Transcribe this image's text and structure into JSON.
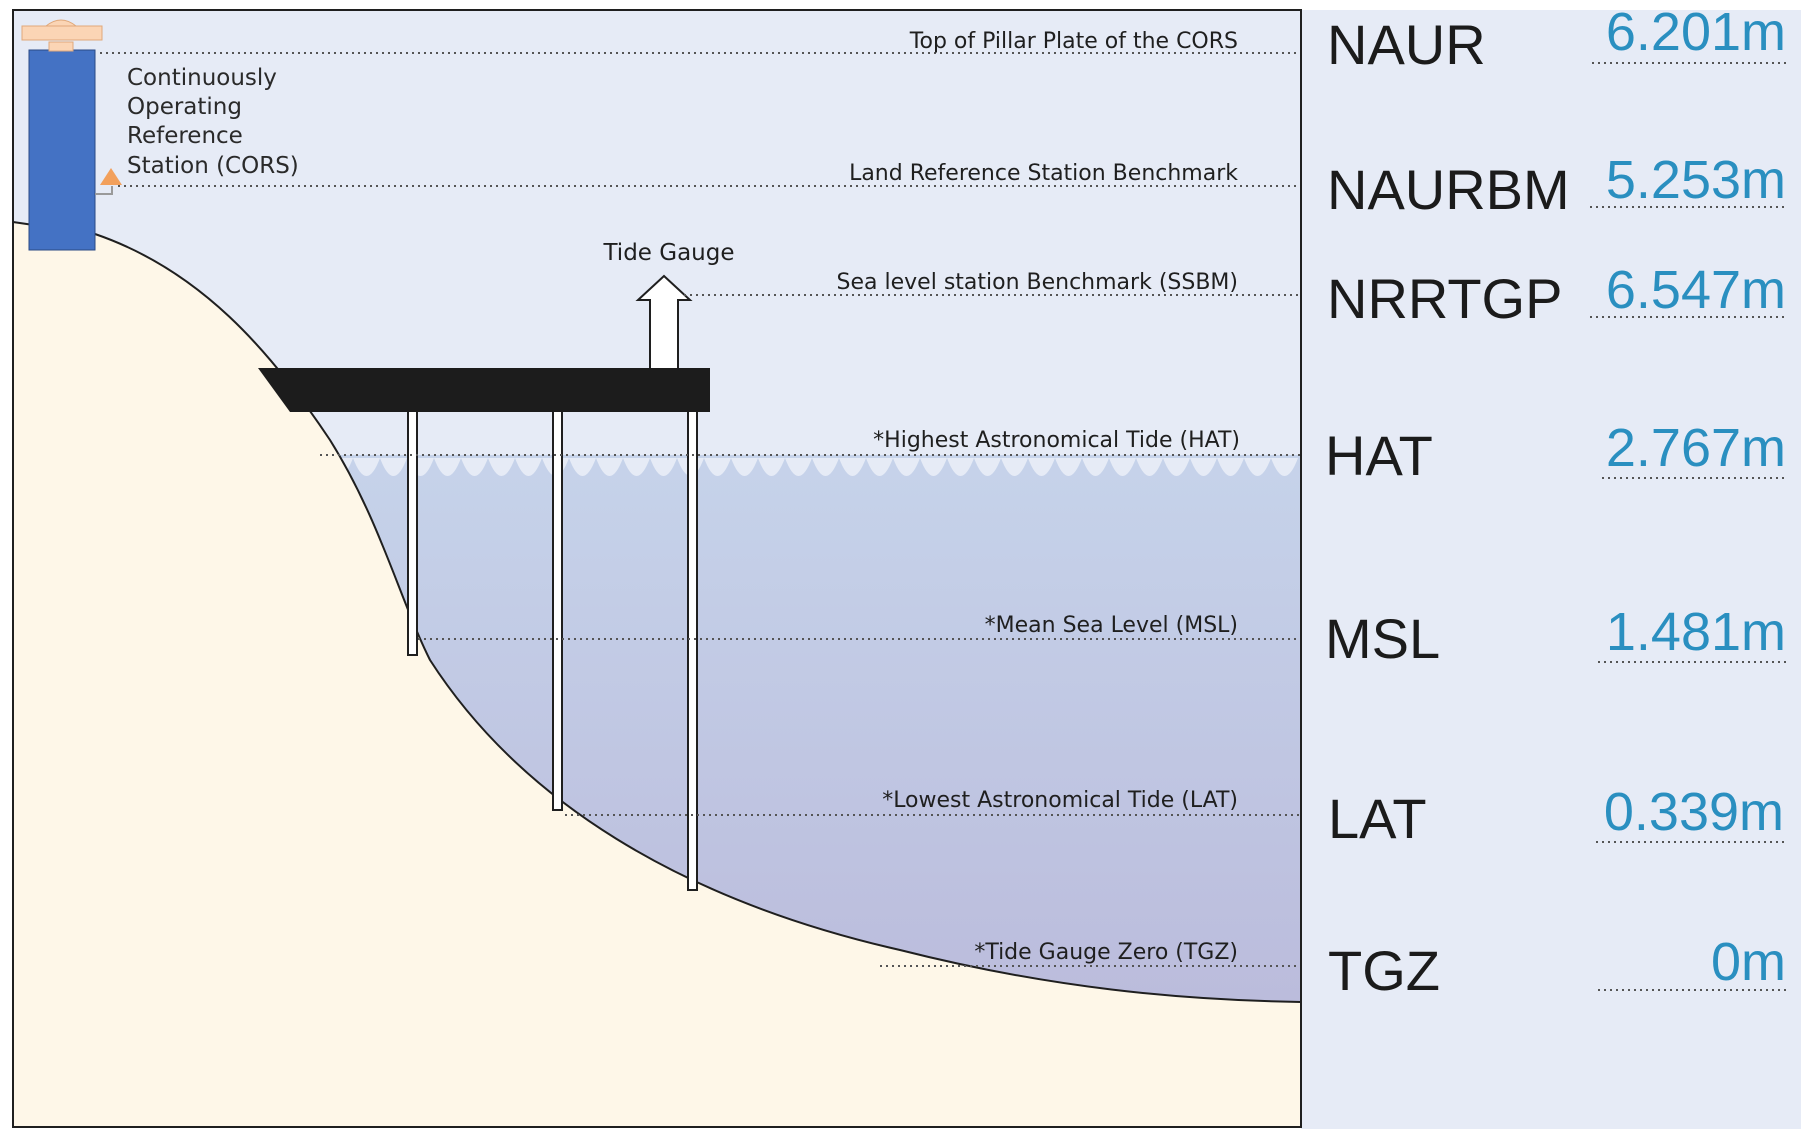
{
  "cors_label": [
    "Continuously",
    "Operating",
    "Reference",
    "Station (CORS)"
  ],
  "tide_gauge_label": "Tide Gauge",
  "levels": [
    {
      "key": "naur",
      "label": "Top of Pillar Plate of the CORS",
      "code": "NAUR",
      "value": "6.201m"
    },
    {
      "key": "naurbm",
      "label": "Land Reference Station Benchmark",
      "code": "NAURBM",
      "value": "5.253m"
    },
    {
      "key": "ssbm",
      "label": "Sea level station  Benchmark (SSBM)",
      "code": "NRRTGP",
      "value": "6.547m"
    },
    {
      "key": "hat",
      "label": "*Highest Astronomical Tide (HAT)",
      "code": "HAT",
      "value": "2.767m"
    },
    {
      "key": "msl",
      "label": "*Mean Sea Level (MSL)",
      "code": "MSL",
      "value": "1.481m"
    },
    {
      "key": "lat",
      "label": "*Lowest Astronomical Tide (LAT)",
      "code": "LAT",
      "value": "0.339m"
    },
    {
      "key": "tgz",
      "label": "*Tide Gauge Zero (TGZ)",
      "code": "TGZ",
      "value": "0m"
    }
  ],
  "colors": {
    "sky": "#e6ebf6",
    "water_top": "#c6d3ea",
    "water_bottom": "#bbbcdc",
    "land": "#fef7e8",
    "pillar": "#4472c4",
    "pillar_cap": "#fbd5b5",
    "marker": "#f2a05c",
    "pier": "#1c1c1c",
    "value_text": "#2a8fc0"
  }
}
